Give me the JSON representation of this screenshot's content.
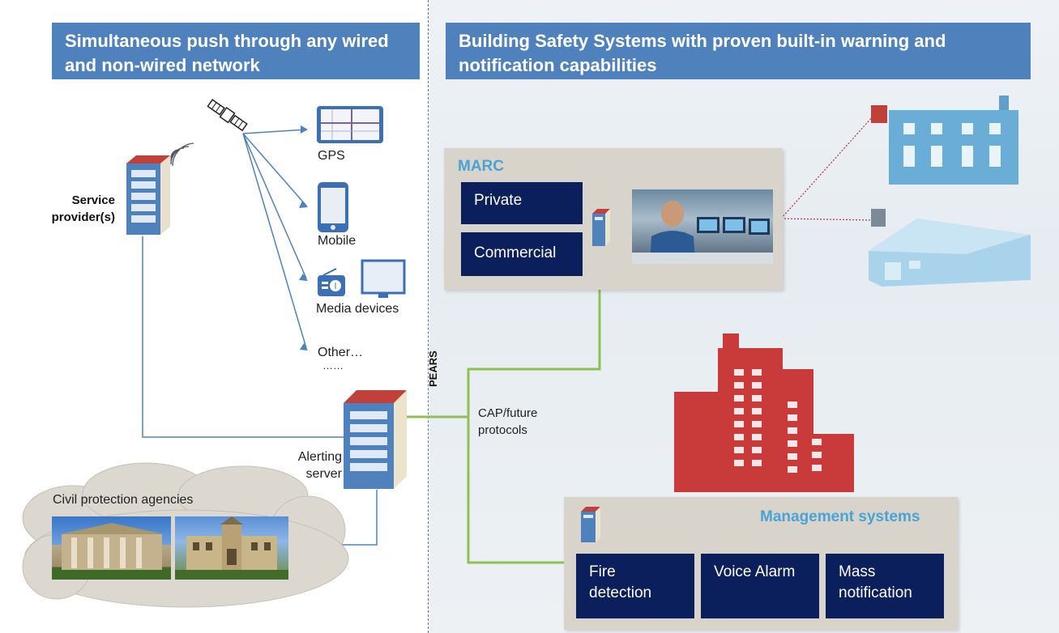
{
  "left_banner": {
    "title": "Simultaneous push through any wired and non-wired network"
  },
  "right_banner": {
    "title": "Building Safety Systems with proven built-in warning and notification capabilities"
  },
  "service_provider": {
    "label": "Service provider(s)"
  },
  "channels": [
    {
      "label": "GPS",
      "icon": "gps-tablet-icon"
    },
    {
      "label": "Mobile",
      "icon": "mobile-phone-icon"
    },
    {
      "label": "Media devices",
      "icon": "radio-tv-icon"
    },
    {
      "label": "Other…",
      "icon": "none"
    }
  ],
  "dots": "……",
  "alerting_server": {
    "label": "Alerting server"
  },
  "civil_protection": {
    "label": "Civil protection agencies"
  },
  "pears": {
    "label": "PEARS"
  },
  "protocols": {
    "label": "CAP/future protocols"
  },
  "marc": {
    "title": "MARC",
    "boxes": [
      "Private",
      "Commercial"
    ]
  },
  "management": {
    "title": "Management systems",
    "boxes": [
      "Fire detection",
      "Voice Alarm",
      "Mass notification"
    ]
  },
  "colors": {
    "banner": "#4f81bd",
    "navy": "#0b1f5c",
    "panel": "#d8d4cb",
    "green_link": "#8dc153",
    "accent_text": "#4aa3d6",
    "red_building": "#c93a3a"
  }
}
